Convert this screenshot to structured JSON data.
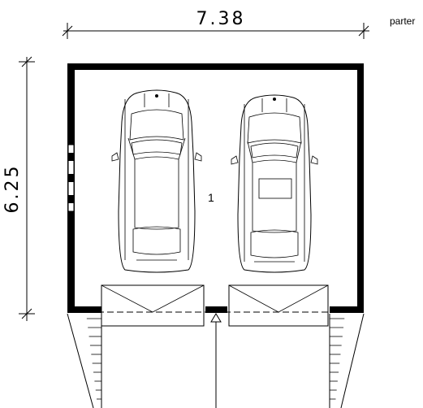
{
  "dimensions": {
    "width_label": "7.38",
    "height_label": "6.25"
  },
  "level_label": "parter",
  "room_number": "1",
  "colors": {
    "line": "#000000",
    "background": "#ffffff"
  }
}
